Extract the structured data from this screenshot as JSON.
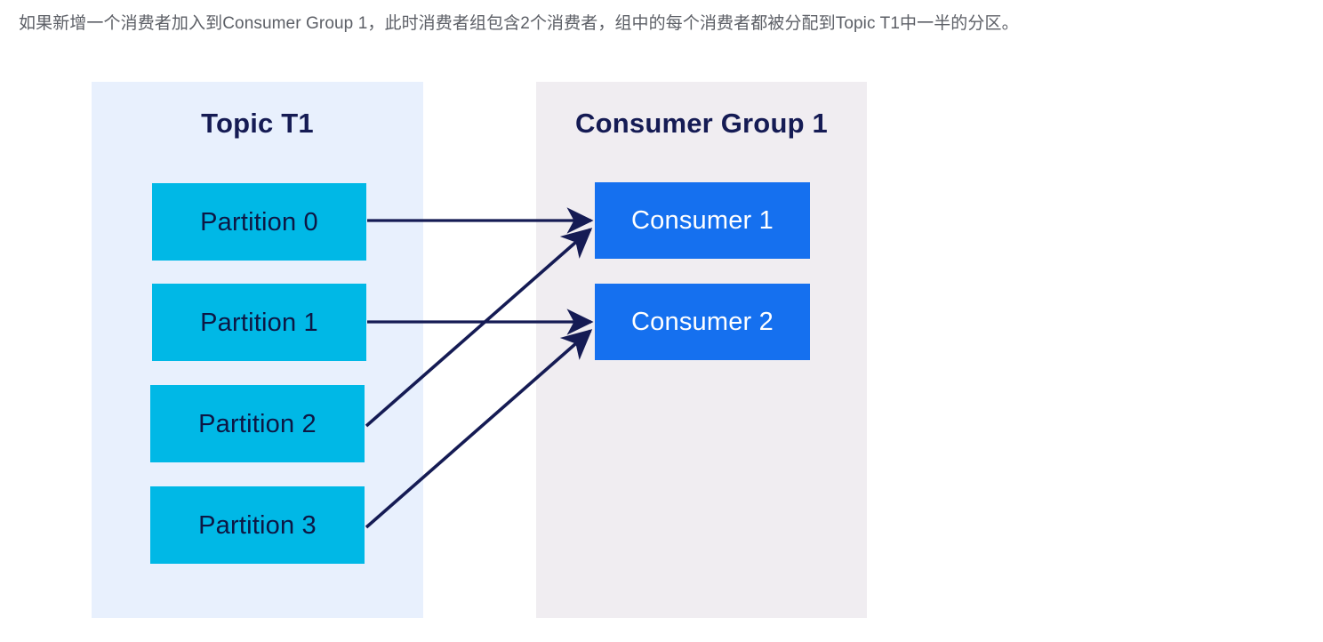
{
  "caption": {
    "text": "如果新增一个消费者加入到Consumer Group 1，此时消费者组包含2个消费者，组中的每个消费者都被分配到Topic T1中一半的分区。"
  },
  "diagram": {
    "type": "kafka-consumer-group-partition-assignment",
    "panels": [
      {
        "id": "topic",
        "title": "Topic T1",
        "background_color": "#e8f0fd",
        "title_color": "#151b54"
      },
      {
        "id": "consumer-group",
        "title": "Consumer Group 1",
        "background_color": "#f0edf1",
        "title_color": "#151b54"
      }
    ],
    "partitions": [
      {
        "id": "partition-0",
        "label": "Partition 0"
      },
      {
        "id": "partition-1",
        "label": "Partition 1"
      },
      {
        "id": "partition-2",
        "label": "Partition 2"
      },
      {
        "id": "partition-3",
        "label": "Partition 3"
      }
    ],
    "consumers": [
      {
        "id": "consumer-1",
        "label": "Consumer 1"
      },
      {
        "id": "consumer-2",
        "label": "Consumer 2"
      }
    ],
    "connections": [
      {
        "from": "Partition 0",
        "to": "Consumer 1",
        "style": "straight"
      },
      {
        "from": "Partition 1",
        "to": "Consumer 2",
        "style": "straight"
      },
      {
        "from": "Partition 2",
        "to": "Consumer 1",
        "style": "diagonal"
      },
      {
        "from": "Partition 3",
        "to": "Consumer 2",
        "style": "diagonal"
      }
    ],
    "colors": {
      "partition_fill": "#00b8e6",
      "partition_text": "#0d1744",
      "consumer_fill": "#1570ef",
      "consumer_text": "#ffffff",
      "arrow": "#151b54",
      "caption_text": "#5c5f66"
    }
  }
}
